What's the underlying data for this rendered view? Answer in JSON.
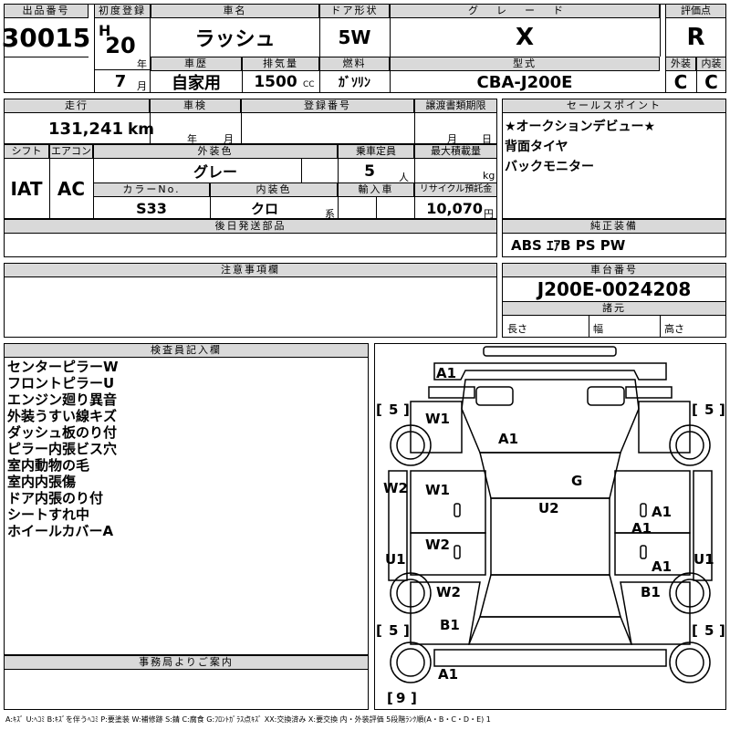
{
  "labels": {
    "lot_no": "出品番号",
    "first_reg": "初度登録",
    "car_name": "車名",
    "door": "ドア形状",
    "grade": "グレード",
    "score": "評価点",
    "history": "車歴",
    "displacement": "排気量",
    "fuel": "燃料",
    "model": "型式",
    "exterior": "外装",
    "interior": "内装",
    "mileage": "走行",
    "inspection": "車検",
    "reg_no": "登録番号",
    "transfer_deadline": "譲渡書類期限",
    "sales_point": "セールスポイント",
    "shift": "シフト",
    "aircon": "エアコン",
    "ext_color": "外装色",
    "capacity": "乗車定員",
    "max_load": "最大積載量",
    "color_no": "カラーNo.",
    "int_color": "内装色",
    "import": "輸入車",
    "recycle": "リサイクル預託金",
    "later_parts": "後日発送部品",
    "genuine_equip": "純正装備",
    "notes": "注意事項欄",
    "chassis_no": "車台番号",
    "dims": "諸元",
    "length": "長さ",
    "width": "幅",
    "height": "高さ",
    "inspector": "検査員記入欄",
    "office_notice": "事務局よりご案内",
    "era_h": "H",
    "unit_year": "年",
    "unit_month": "月",
    "unit_cc": "CC",
    "unit_km": "km",
    "unit_person": "人",
    "unit_kg": "kg",
    "unit_system": "系",
    "unit_yen": "円",
    "insp_year": "年",
    "insp_month": "月",
    "deadline_month": "月",
    "deadline_day": "日"
  },
  "values": {
    "lot_no": "30015",
    "reg_year": "20",
    "reg_month": "7",
    "car_name": "ラッシュ",
    "door": "5W",
    "grade": "X",
    "score": "R",
    "history": "自家用",
    "displacement": "1500",
    "fuel": "ｶﾞｿﾘﾝ",
    "model": "CBA-J200E",
    "ext_score": "C",
    "int_score": "C",
    "mileage": "131,241",
    "shift": "IAT",
    "aircon": "AC",
    "ext_color": "グレー",
    "capacity": "5",
    "color_no": "S33",
    "int_color": "クロ",
    "recycle": "10,070",
    "genuine_equip": "ABS ｴｱB PS PW",
    "chassis_no": "J200E-0024208"
  },
  "sales_points": [
    "★オークションデビュー★",
    "背面タイヤ",
    "バックモニター"
  ],
  "inspector_notes": [
    "センターピラーW",
    "フロントピラーU",
    "エンジン廻り異音",
    "外装うすい線キズ",
    "ダッシュ板のり付",
    "ピラー内張ビス穴",
    "室内動物の毛",
    "室内内張傷",
    "ドア内張のり付",
    "シートすれ中",
    "ホイールカバーA"
  ],
  "diagram": {
    "tire_fl": "5",
    "tire_fr": "5",
    "tire_rl": "5",
    "tire_rr": "5",
    "tire_spare": "9",
    "marks": {
      "front_bumper": "A1",
      "left_front_fender": "W1",
      "hood": "A1",
      "left_pillar": "W2",
      "left_front_door": "W1",
      "right_front_door": "A1",
      "right_mid": "A1",
      "windshield": "G",
      "roof": "U2",
      "left_rear_door": "W2",
      "right_rear_door": "A1",
      "left_rocker": "U1",
      "right_rocker": "U1",
      "left_quarter": "W2",
      "right_quarter": "B1",
      "left_rear": "B1",
      "rear_bumper": "A1"
    }
  },
  "legend": "A:ｷｽﾞ U:ﾍｺﾐ B:ｷｽﾞを伴うﾍｺﾐ P:要塗装 W:補修跡 S:錆 C:腐食 G:ﾌﾛﾝﾄｶﾞﾗｽ点ｷｽﾞ XX:交換済み X:要交換 内・外装評価 5段階ﾗﾝｸ順(A・B・C・D・E) 1"
}
